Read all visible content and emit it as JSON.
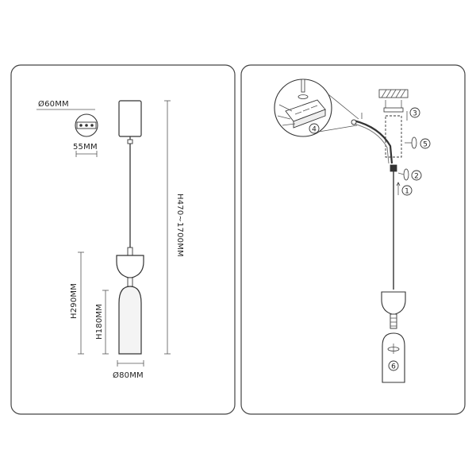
{
  "left_panel": {
    "canopy_diameter": "Ø60MM",
    "canopy_height": "55MM",
    "total_height": "H470~1700MM",
    "shade_height": "H290MM",
    "lower_height": "H180MM",
    "shade_diameter": "Ø80MM"
  },
  "right_panel": {
    "steps": [
      "1",
      "2",
      "3",
      "4",
      "5",
      "6"
    ]
  },
  "colors": {
    "line": "#333333",
    "border": "#555555",
    "shade_fill": "#f4f4f4"
  }
}
